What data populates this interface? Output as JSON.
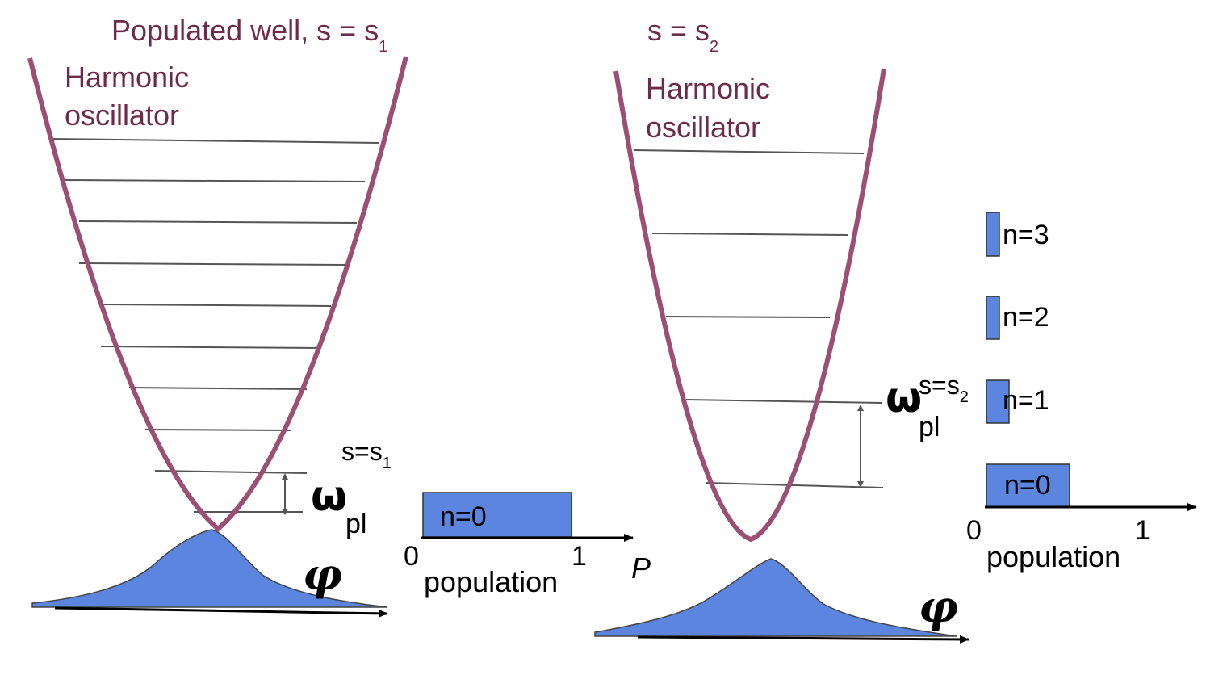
{
  "colors": {
    "well": "#9b4f74",
    "title_text": "#6e2a4a",
    "level_line": "#555555",
    "bar_fill": "#5b85de",
    "bar_stroke": "#3a3a3a",
    "axis": "#000000"
  },
  "left_panel": {
    "title_main": "Populated well, s = s",
    "title_sub": "1",
    "oscillator_line1": "Harmonic",
    "oscillator_line2": "oscillator",
    "omega_sup": "s=s",
    "omega_sup_sub": "1",
    "omega_symbol": "ω",
    "omega_sub": "pl",
    "phi_label": "φ",
    "population_chart": {
      "bar_label": "n=0",
      "bar_value": 1,
      "tick_0": "0",
      "tick_1": "1",
      "axis_label": "population",
      "p_label": "P"
    }
  },
  "right_panel": {
    "title_main": "s = s",
    "title_sub": "2",
    "oscillator_line1": "Harmonic",
    "oscillator_line2": "oscillator",
    "omega_symbol": "ω",
    "omega_sup": "s=s",
    "omega_sup_sub": "2",
    "omega_sub": "pl",
    "phi_label": "φ",
    "population_chart": {
      "bars": [
        {
          "label": "n=3",
          "value": 0.05
        },
        {
          "label": "n=2",
          "value": 0.05
        },
        {
          "label": "n=1",
          "value": 0.1
        },
        {
          "label": "n=0",
          "value": 0.55
        }
      ],
      "tick_0": "0",
      "tick_1": "1",
      "axis_label": "population"
    }
  }
}
